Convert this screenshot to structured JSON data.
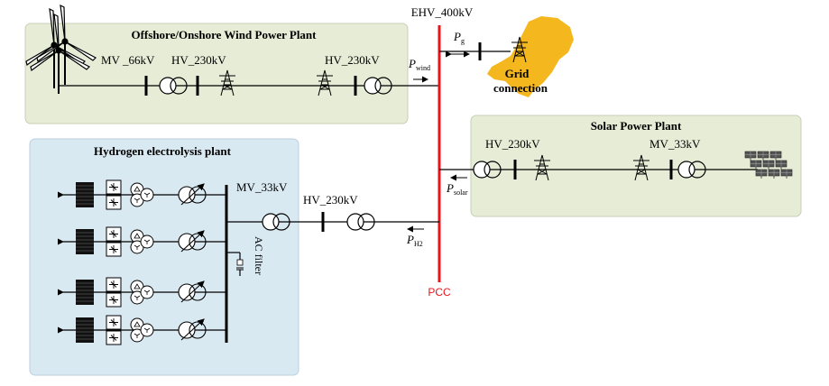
{
  "wind_plant": {
    "title": "Offshore/Onshore Wind Power Plant",
    "mv_label": "MV _66kV",
    "hv_label_1": "HV_230kV",
    "hv_label_2": "HV_230kV"
  },
  "ehv_label": "EHV_400kV",
  "pcc_label": "PCC",
  "grid": {
    "label_line1": "Grid",
    "label_line2": "connection"
  },
  "flows": {
    "p_g": {
      "symbol": "P",
      "sub": "g"
    },
    "p_wind": {
      "symbol": "P",
      "sub": "wind"
    },
    "p_solar": {
      "symbol": "P",
      "sub": "solar"
    },
    "p_h2": {
      "symbol": "P",
      "sub": "H2"
    }
  },
  "solar_plant": {
    "title": "Solar Power Plant",
    "hv_label": "HV_230kV",
    "mv_label": "MV_33kV"
  },
  "hydrogen_plant": {
    "title": "Hydrogen electrolysis plant",
    "mv_label": "MV_33kV",
    "hv_label": "HV_230kV",
    "filter_label": "AC filter"
  },
  "colors": {
    "wind_bg": "#e6ecd6",
    "solar_bg": "#e6ecd6",
    "hydrogen_bg": "#d9e9f2",
    "pcc_bus": "#e8141b",
    "map": "#f4b71e"
  }
}
